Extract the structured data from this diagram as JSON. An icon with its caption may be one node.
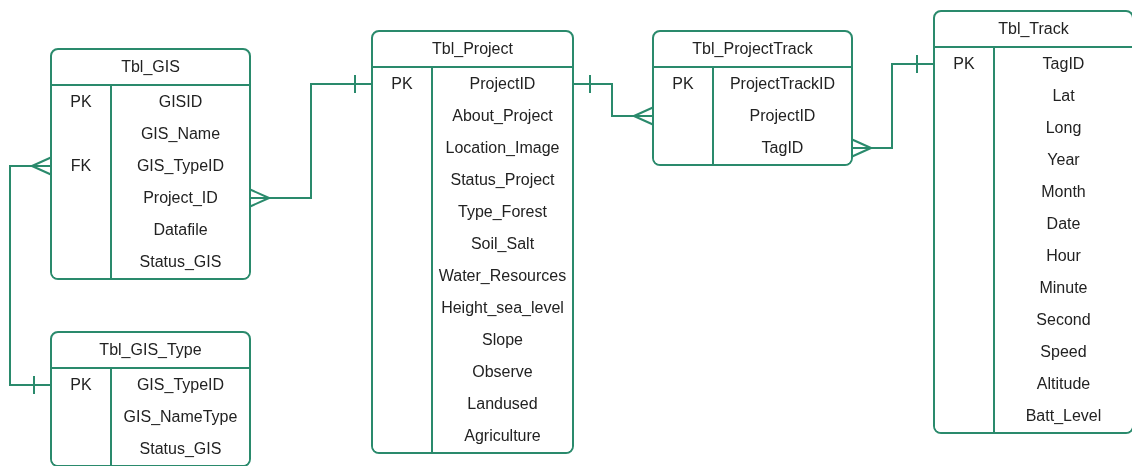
{
  "diagram": {
    "nodes": [
      {
        "text": [
          "Tbl_GIS"
        ]
      },
      {
        "text": [
          "PK",
          "GISID"
        ],
        "in": 0
      },
      {
        "text": [
          "GIS_Name"
        ],
        "in": 0
      },
      {
        "text": [
          "FK",
          "GIS_TypeID"
        ],
        "in": 0
      },
      {
        "text": [
          "Project_ID"
        ],
        "in": 0
      },
      {
        "text": [
          "Datafile"
        ],
        "in": 0
      },
      {
        "text": [
          "Status_GIS"
        ],
        "in": 0
      },
      {
        "text": [
          "Tbl_GIS_Type"
        ]
      },
      {
        "text": [
          "PK",
          "GIS_TypeID"
        ],
        "in": 7
      },
      {
        "text": [
          "GIS_NameType"
        ],
        "in": 7
      },
      {
        "text": [
          "Status_GIS"
        ],
        "in": 7
      },
      {
        "text": [
          "Tbl_Project"
        ]
      },
      {
        "text": [
          "PK",
          "ProjectID"
        ],
        "in": 11
      },
      {
        "text": [
          "About_Project"
        ],
        "in": 11
      },
      {
        "text": [
          "Location_Image"
        ],
        "in": 11
      },
      {
        "text": [
          "Status_Project"
        ],
        "in": 11
      },
      {
        "text": [
          "Type_Forest"
        ],
        "in": 11
      },
      {
        "text": [
          "Soil_Salt"
        ],
        "in": 11
      },
      {
        "text": [
          "Water_Resources"
        ],
        "in": 11
      },
      {
        "text": [
          "Height_sea_level"
        ],
        "in": 11
      },
      {
        "text": [
          "Slope"
        ],
        "in": 11
      },
      {
        "text": [
          "Observe"
        ],
        "in": 11
      },
      {
        "text": [
          "Landused"
        ],
        "in": 11
      },
      {
        "text": [
          "Agriculture"
        ],
        "in": 11
      },
      {
        "text": [
          "Tbl_ProjectTrack"
        ]
      },
      {
        "text": [
          "PK",
          "ProjectTrackID"
        ],
        "in": 24
      },
      {
        "text": [
          "ProjectID"
        ],
        "in": 24
      },
      {
        "text": [
          "TagID"
        ],
        "in": 24
      },
      {
        "text": [
          "Tbl_Track"
        ]
      },
      {
        "text": [
          "PK",
          "TagID"
        ],
        "in": 28
      },
      {
        "text": [
          "Lat"
        ],
        "in": 28
      },
      {
        "text": [
          "Long"
        ],
        "in": 28
      },
      {
        "text": [
          "Year"
        ],
        "in": 28
      },
      {
        "text": [
          "Month"
        ],
        "in": 28
      },
      {
        "text": [
          "Date"
        ],
        "in": 28
      },
      {
        "text": [
          "Hour"
        ],
        "in": 28
      },
      {
        "text": [
          "Minute"
        ],
        "in": 28
      },
      {
        "text": [
          "Second"
        ],
        "in": 28
      },
      {
        "text": [
          "Speed"
        ],
        "in": 28
      },
      {
        "text": [
          "Altitude"
        ],
        "in": 28
      },
      {
        "text": [
          "Batt_Level"
        ],
        "in": 28
      }
    ],
    "edges": [
      {
        "from": 4,
        "to": 12,
        "arrow": "other"
      },
      {
        "from": 3,
        "to": 8,
        "arrow": "other"
      },
      {
        "from": 26,
        "to": 12,
        "arrow": "other"
      },
      {
        "from": 27,
        "to": 29,
        "arrow": "other"
      }
    ]
  }
}
